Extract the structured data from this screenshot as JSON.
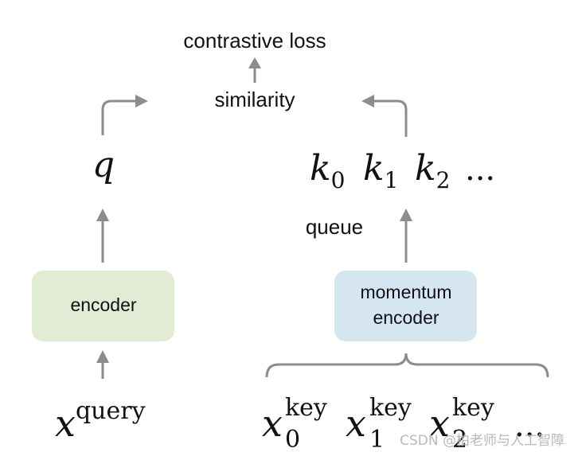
{
  "diagram": {
    "loss_label": "contrastive loss",
    "similarity_label": "similarity",
    "query_var": "q",
    "keys": {
      "k0_base": "k",
      "k0_sub": "0",
      "k1_base": "k",
      "k1_sub": "1",
      "k2_base": "k",
      "k2_sub": "2",
      "ellipsis": "..."
    },
    "queue_label": "queue",
    "encoder_label": "encoder",
    "momentum_encoder_line1": "momentum",
    "momentum_encoder_line2": "encoder",
    "x_query": {
      "base": "x",
      "sup": "query"
    },
    "x_keys": [
      {
        "base": "x",
        "sup": "key",
        "sub": "0"
      },
      {
        "base": "x",
        "sup": "key",
        "sub": "1"
      },
      {
        "base": "x",
        "sup": "key",
        "sub": "2"
      }
    ],
    "x_keys_ellipsis": "...",
    "watermark": "CSDN @柏老师与人工智障",
    "colors": {
      "encoder_fill": "#e2ecd5",
      "momentum_fill": "#d6e6f1",
      "arrow": "#8c8c8c"
    }
  }
}
